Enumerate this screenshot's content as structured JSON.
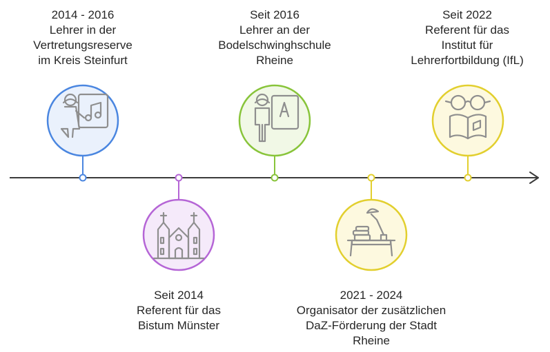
{
  "timeline": {
    "axis_color": "#3a3a3a",
    "events": [
      {
        "id": "vertretungsreserve",
        "position": "above",
        "color": "#4a86e0",
        "fill": "#eaf1fc",
        "icon": "teacher-music-board-icon",
        "lines": [
          "2014 - 2016",
          "Lehrer in der",
          "Vertretungsreserve",
          "im Kreis Steinfurt"
        ]
      },
      {
        "id": "bistum",
        "position": "below",
        "color": "#b565d6",
        "fill": "#f5eafa",
        "icon": "church-icon",
        "lines": [
          "Seit 2014",
          "Referent für das",
          "Bistum Münster"
        ]
      },
      {
        "id": "bodelschwingh",
        "position": "above",
        "color": "#88c43a",
        "fill": "#f1f8e6",
        "icon": "teacher-letter-board-icon",
        "lines": [
          "Seit 2016",
          "Lehrer an der",
          "Bodelschwinghschule",
          "Rheine"
        ]
      },
      {
        "id": "daz",
        "position": "below",
        "color": "#e2cf2e",
        "fill": "#fdf9df",
        "icon": "desk-lamp-books-icon",
        "lines": [
          "2021 - 2024",
          "Organisator der zusätzlichen",
          "DaZ-Förderung der Stadt",
          "Rheine"
        ]
      },
      {
        "id": "ifl",
        "position": "above",
        "color": "#e2cf2e",
        "fill": "#fdf9df",
        "icon": "glasses-book-icon",
        "lines": [
          "Seit 2022",
          "Referent für das",
          "Institut für",
          "Lehrerfortbildung (IfL)"
        ]
      }
    ]
  }
}
